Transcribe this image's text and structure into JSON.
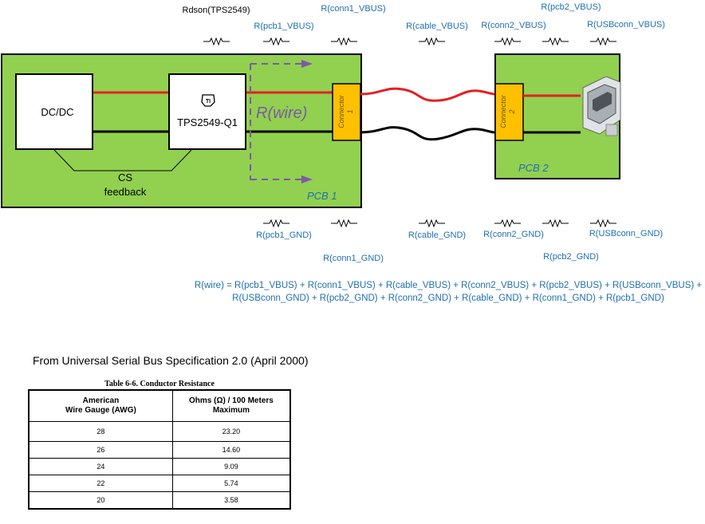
{
  "blocks": {
    "dcdc": "DC/DC",
    "tps": "TPS2549-Q1",
    "tps_logo": "TI",
    "cs_feedback": [
      "CS",
      "feedback"
    ],
    "rwire": "R(wire)",
    "connector1": [
      "Connector",
      "1"
    ],
    "connector2": [
      "Connector",
      "2"
    ],
    "pcb1": "PCB 1",
    "pcb2": "PCB 2"
  },
  "resistor_labels": {
    "rdson": "Rdson(TPS2549)",
    "pcb1_vbus": "R(pcb1_VBUS)",
    "conn1_vbus": "R(conn1_VBUS)",
    "cable_vbus": "R(cable_VBUS)",
    "conn2_vbus": "R(conn2_VBUS)",
    "pcb2_vbus": "R(pcb2_VBUS)",
    "usbconn_vbus": "R(USBconn_VBUS)",
    "pcb1_gnd": "R(pcb1_GND)",
    "conn1_gnd": "R(conn1_GND)",
    "cable_gnd": "R(cable_GND)",
    "conn2_gnd": "R(conn2_GND)",
    "pcb2_gnd": "R(pcb2_GND)",
    "usbconn_gnd": "R(USBconn_GND)"
  },
  "formula": {
    "line1": "R(wire) = R(pcb1_VBUS) + R(conn1_VBUS) + R(cable_VBUS) + R(conn2_VBUS) + R(pcb2_VBUS) + R(USBconn_VBUS) +",
    "line2": "R(USBconn_GND) + R(pcb2_GND) + R(conn2_GND) + R(cable_GND) + R(conn1_GND) + R(pcb1_GND)"
  },
  "source_note": "From Universal Serial Bus Specification 2.0 (April 2000)",
  "table": {
    "caption": "Table 6-6.  Conductor Resistance",
    "header_awg": [
      "American",
      "Wire Gauge (AWG)"
    ],
    "header_ohms": [
      "Ohms (Ω) / 100 Meters",
      "Maximum"
    ],
    "rows": [
      {
        "awg": "28",
        "ohms": "23.20"
      },
      {
        "awg": "26",
        "ohms": "14.60"
      },
      {
        "awg": "24",
        "ohms": "9.09"
      },
      {
        "awg": "22",
        "ohms": "5.74"
      },
      {
        "awg": "20",
        "ohms": "3.58"
      }
    ]
  },
  "colors": {
    "pcb_green": "#92d050",
    "connector_orange": "#ffc000",
    "vbus_red": "#e32020",
    "gnd_black": "#000000",
    "label_blue": "#1f6fb2",
    "rwire_purple": "#7b5aa6"
  }
}
